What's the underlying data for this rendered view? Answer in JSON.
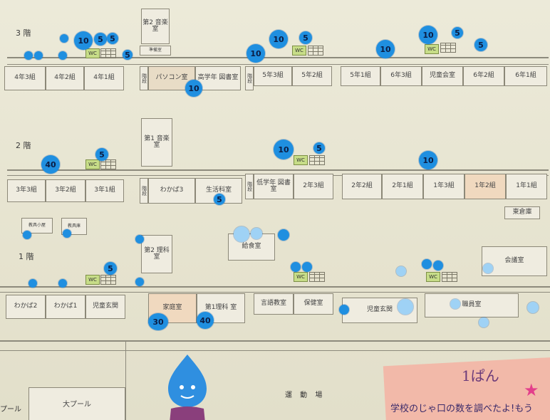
{
  "floors": {
    "third": "3 階",
    "second": "2 階",
    "first": "1 階"
  },
  "rooms3": {
    "r1": "4年3組",
    "r2": "4年2組",
    "r3": "4年1組",
    "pc": "パソコン室",
    "lib": "高学年 図書室",
    "r4": "5年3組",
    "r5": "5年2組",
    "r6": "5年1組",
    "r7": "6年3組",
    "r8": "児童会室",
    "r9": "6年2組",
    "r10": "6年1組",
    "music": "第2 音楽 室"
  },
  "rooms2": {
    "r1": "3年3組",
    "r2": "3年2組",
    "r3": "3年1組",
    "wk": "わかば3",
    "life": "生活科室",
    "lib": "低学年 図書室",
    "r4": "2年3組",
    "r5": "2年2組",
    "r6": "2年1組",
    "r7": "1年3組",
    "r8": "1年2組",
    "r9": "1年1組",
    "music": "第1 音楽 室",
    "storage": "東倉庫"
  },
  "rooms1": {
    "wk2": "わかば2",
    "wk1": "わかば1",
    "entrance": "児童玄関",
    "home": "家庭室",
    "sci1": "第1理科 室",
    "lang": "言語教室",
    "health": "保健室",
    "entrance2": "児童玄関",
    "staff": "職員室",
    "meeting": "会議室",
    "sci2": "第2 理科 室",
    "lunch": "給食室"
  },
  "wc": "WC",
  "dots": {
    "d1": "10",
    "d2": "5",
    "d3": "5",
    "d4": "5",
    "d5": "10",
    "d6": "5",
    "d7": "10",
    "d8": "10",
    "d9": "10",
    "d10": "5",
    "d11": "5",
    "d12": "10",
    "d13": "40",
    "d14": "5",
    "d15": "10",
    "d16": "5",
    "d17": "10",
    "d18": "5",
    "d19": "30",
    "d20": "40",
    "d21": "5"
  },
  "bottom": {
    "pool1": "プール",
    "pool2": "大プール",
    "field": "運 動 場",
    "card_title": "1ぱん",
    "card_text": "学校のじゃ口の数を調べたよ!もう"
  }
}
